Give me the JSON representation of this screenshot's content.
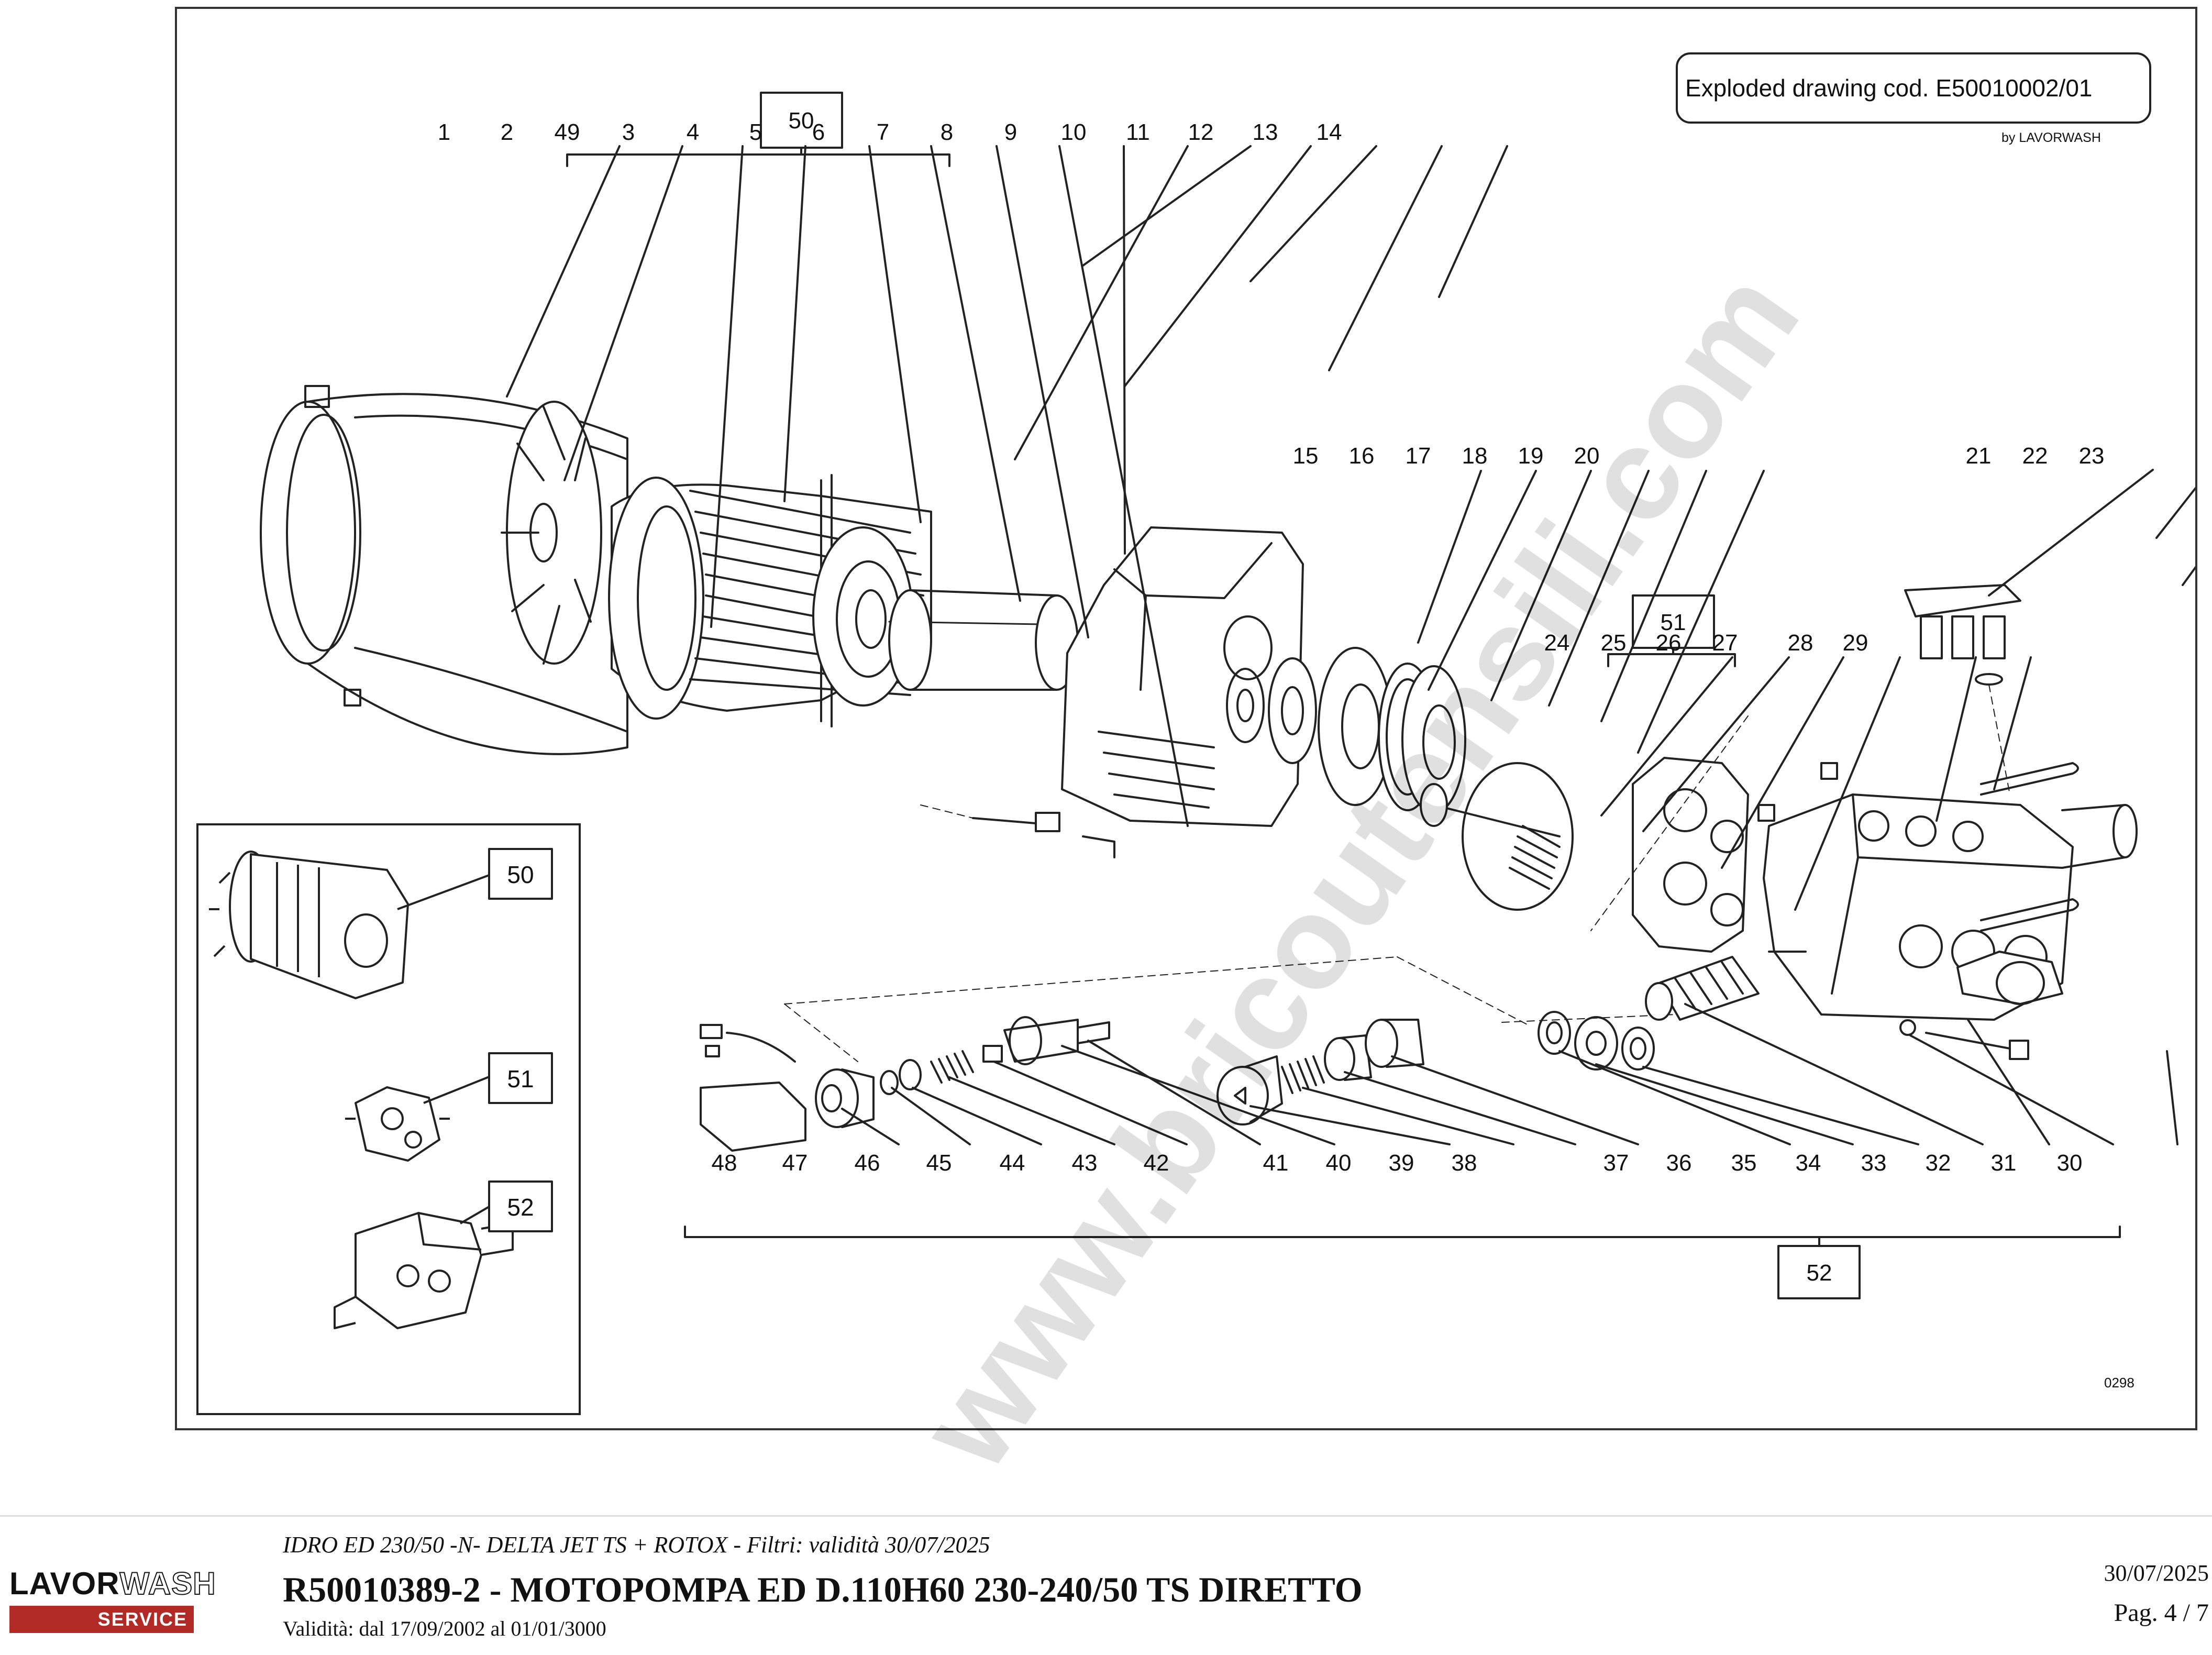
{
  "drawing": {
    "code_label": "Exploded drawing cod. E50010002/01",
    "by": "by LAVORWASH",
    "ref_code": "0298",
    "watermark": "www.bricoutensili.com",
    "part_numbers": {
      "p1": "1",
      "p2": "2",
      "p49": "49",
      "p3": "3",
      "p4": "4",
      "p5": "5",
      "p6": "6",
      "p7": "7",
      "p8": "8",
      "p9": "9",
      "p10": "10",
      "p11": "11",
      "p12": "12",
      "p13": "13",
      "p14": "14",
      "p15": "15",
      "p16": "16",
      "p17": "17",
      "p18": "18",
      "p19": "19",
      "p20": "20",
      "p21": "21",
      "p22": "22",
      "p23": "23",
      "p24": "24",
      "p25": "25",
      "p26": "26",
      "p27": "27",
      "p28": "28",
      "p29": "29",
      "p48": "48",
      "p47": "47",
      "p46": "46",
      "p45": "45",
      "p44": "44",
      "p43": "43",
      "p42": "42",
      "p41": "41",
      "p40": "40",
      "p39": "39",
      "p38": "38",
      "p37": "37",
      "p36": "36",
      "p35": "35",
      "p34": "34",
      "p33": "33",
      "p32": "32",
      "p31": "31",
      "p30": "30"
    },
    "group_labels": {
      "g50": "50",
      "g51": "51",
      "g52": "52"
    },
    "inset_labels": {
      "i50": "50",
      "i51": "51",
      "i52": "52"
    }
  },
  "footer": {
    "logo_part1": "LAVOR",
    "logo_part2": "WASH",
    "logo_service": "SERVICE",
    "subtitle": "IDRO ED 230/50 -N- DELTA JET TS + ROTOX - Filtri: validità 30/07/2025",
    "title": "R50010389-2 - MOTOPOMPA ED D.110H60 230-240/50 TS DIRETTO",
    "validity": "Validità: dal 17/09/2002 al 01/01/3000",
    "date": "30/07/2025",
    "page": "Pag. 4 / 7"
  },
  "colors": {
    "brand_red": "#b22a25",
    "line": "#222222",
    "frame": "#333333"
  }
}
